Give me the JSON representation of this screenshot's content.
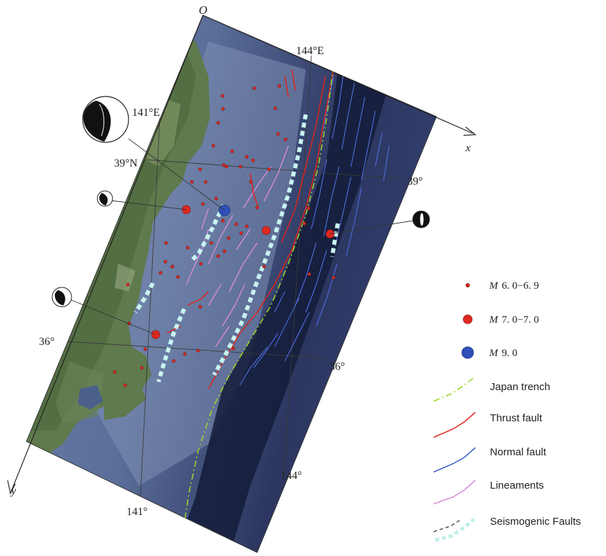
{
  "axes": {
    "origin": "O",
    "x": "x",
    "y": "y"
  },
  "graticule": {
    "lon_top": "144°E",
    "lon_141_top": "141°E",
    "lat_39_left": "39°N",
    "lat_39_right": "39°",
    "lat_36_left": "36°",
    "lat_36_right": "36°",
    "lon_144_bottom": "144°",
    "lon_141_bottom": "141°"
  },
  "legend": {
    "m6": {
      "label": "M",
      "range": "6. 0−6. 9",
      "color": "#d42a20"
    },
    "m7": {
      "label": "M",
      "range": "7. 0−7. 0",
      "color": "#e02820"
    },
    "m9": {
      "label": "M",
      "range": "9. 0",
      "color": "#2f4fb8"
    },
    "japan_trench": {
      "label": "Japan trench",
      "color": "#9ad62a"
    },
    "thrust_fault": {
      "label": "Thrust fault",
      "color": "#e0241c"
    },
    "normal_fault": {
      "label": "Normal fault",
      "color": "#3a5ccc"
    },
    "lineaments": {
      "label": "Lineaments",
      "color": "#d88ad8"
    },
    "seismogenic": {
      "label": "Seismogenic Faults",
      "color": "#bff0ea"
    }
  }
}
